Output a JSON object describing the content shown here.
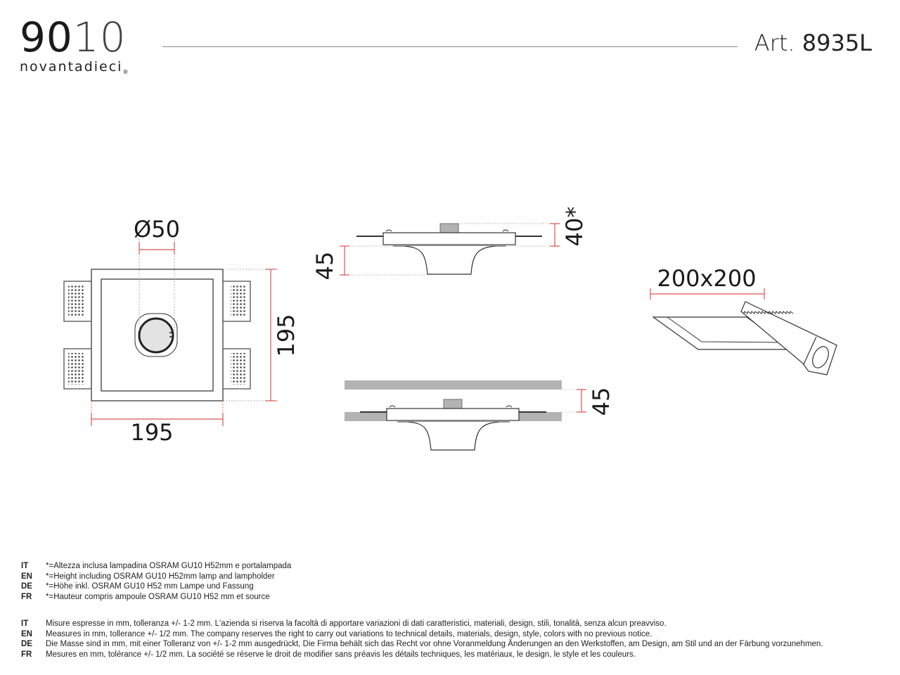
{
  "header": {
    "logo_number_bold": "90",
    "logo_number_light": "10",
    "logo_wordmark": "novantadieci",
    "logo_registered": "®",
    "article_label": "Art.",
    "article_code": "8935L"
  },
  "drawing": {
    "top_view": {
      "diameter_label": "Ø50",
      "width_label": "195",
      "height_label": "195"
    },
    "side_view": {
      "body_height_label": "45",
      "lamp_height_label": "40*"
    },
    "installed_view": {
      "ceiling_gap_label": "45"
    },
    "cutout_view": {
      "cutout_label": "200x200"
    },
    "colors": {
      "dimension_line": "#d9534f",
      "outline": "#333333",
      "fill_grey": "#b3b3b3"
    }
  },
  "notes_lamp": [
    {
      "lang": "IT",
      "text": "*=Altezza inclusa lampadina OSRAM GU10 H52mm e portalampada"
    },
    {
      "lang": "EN",
      "text": "*=Height including OSRAM GU10 H52mm lamp and lampholder"
    },
    {
      "lang": "DE",
      "text": "*=Höhe inkl. OSRAM GU10 H52 mm Lampe und Fassung"
    },
    {
      "lang": "FR",
      "text": "*=Hauteur compris ampoule OSRAM GU10 H52 mm et source"
    }
  ],
  "notes_disclaimer": [
    {
      "lang": "IT",
      "text": "Misure espresse in mm, tolleranza +/- 1-2 mm. L'azienda si riserva la facoltà di apportare variazioni di dati caratteristici, materiali, design, stili, tonalità, senza alcun preavviso."
    },
    {
      "lang": "EN",
      "text": "Measures in mm, tollerance +/- 1/2 mm. The company reserves the right to carry out variations to technical details, materials, design, style, colors with no previous notice."
    },
    {
      "lang": "DE",
      "text": "Die Masse sind in mm, mit einer Tolleranz von +/- 1-2 mm ausgedrückt, Die Firma behält sich das Recht vor ohne Voranmeldung Änderungen an den Werkstoffen, am Design, am Stil und an der Färbung vorzunehmen."
    },
    {
      "lang": "FR",
      "text": "Mesures en mm, tolérance +/- 1/2 mm. La société se réserve le droit de modifier sans préavis les détails techniques, les matériaux, le design, le style et les couleurs."
    }
  ]
}
